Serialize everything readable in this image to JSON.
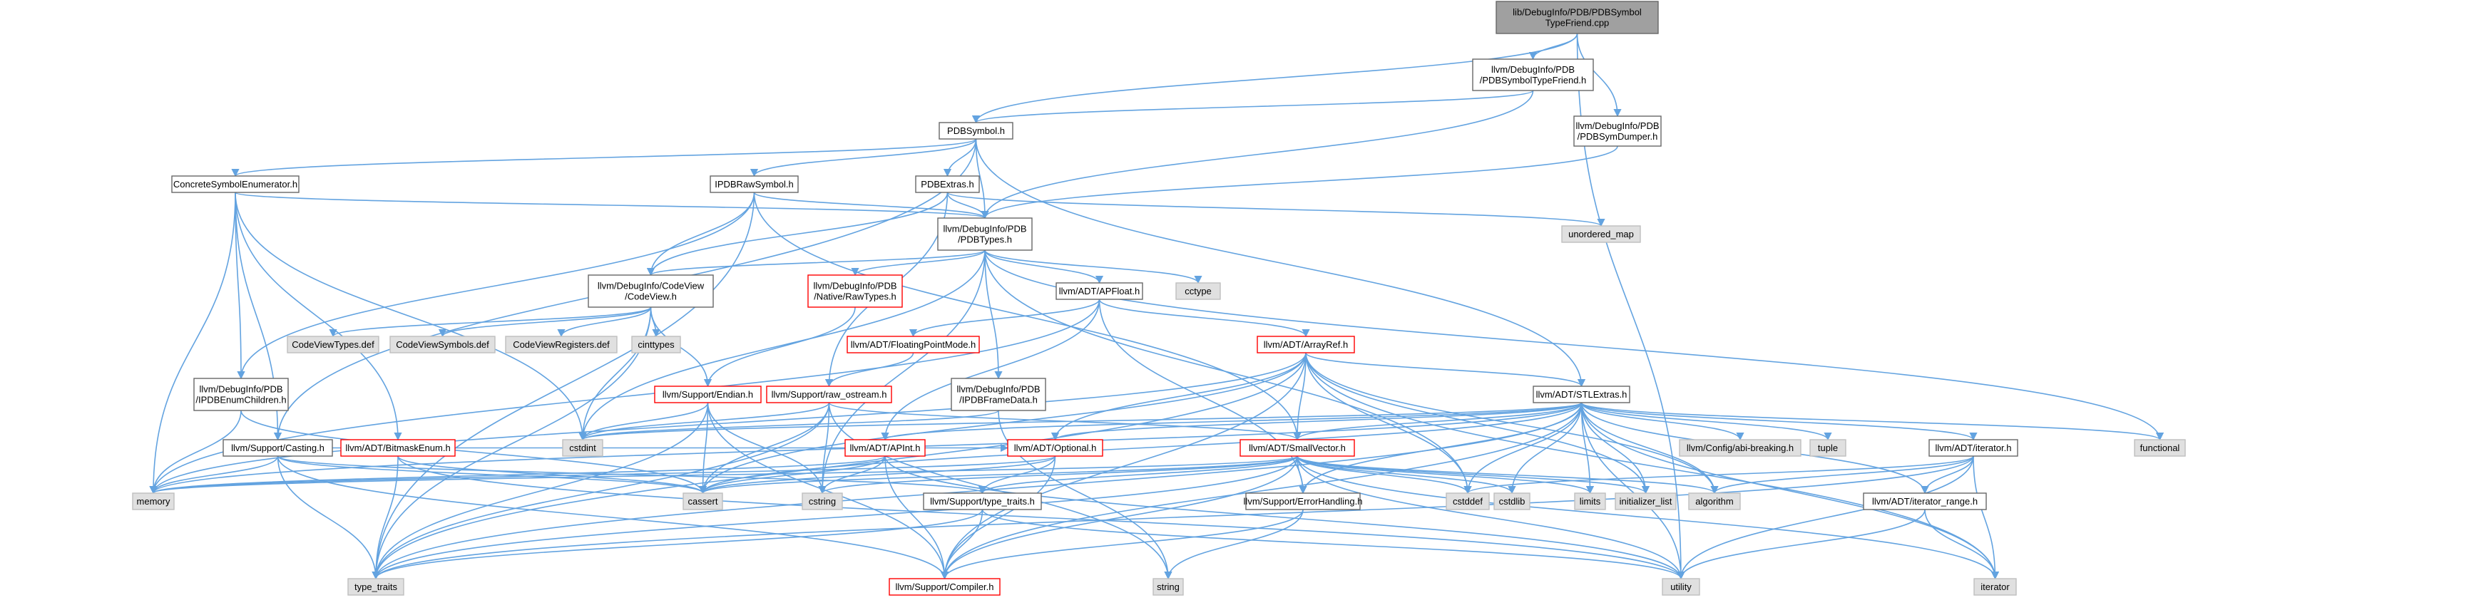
{
  "colors": {
    "edge": "#63a3e0",
    "root_fill": "#a0a0a0",
    "doc_fill": "#ffffff",
    "doc_border": "#666666",
    "incomplete_border": "#ff0000",
    "external_fill": "#e0e0e0",
    "external_border": "#bfbfbf"
  },
  "nodes": [
    {
      "id": "root",
      "lines": [
        "lib/DebugInfo/PDB/PDBSymbol",
        "TypeFriend.cpp"
      ],
      "kind": "root"
    },
    {
      "id": "friendh",
      "lines": [
        "llvm/DebugInfo/PDB",
        "/PDBSymbolTypeFriend.h"
      ],
      "kind": "doc"
    },
    {
      "id": "dumper",
      "lines": [
        "llvm/DebugInfo/PDB",
        "/PDBSymDumper.h"
      ],
      "kind": "doc"
    },
    {
      "id": "pdbsymbol",
      "lines": [
        "PDBSymbol.h"
      ],
      "kind": "doc"
    },
    {
      "id": "cse",
      "lines": [
        "ConcreteSymbolEnumerator.h"
      ],
      "kind": "doc"
    },
    {
      "id": "iraw",
      "lines": [
        "IPDBRawSymbol.h"
      ],
      "kind": "doc"
    },
    {
      "id": "extras",
      "lines": [
        "PDBExtras.h"
      ],
      "kind": "doc"
    },
    {
      "id": "pdbtypes",
      "lines": [
        "llvm/DebugInfo/PDB",
        "/PDBTypes.h"
      ],
      "kind": "doc"
    },
    {
      "id": "unordered",
      "lines": [
        "unordered_map"
      ],
      "kind": "ext"
    },
    {
      "id": "codeview",
      "lines": [
        "llvm/DebugInfo/CodeView",
        "/CodeView.h"
      ],
      "kind": "doc"
    },
    {
      "id": "nativeraw",
      "lines": [
        "llvm/DebugInfo/PDB",
        "/Native/RawTypes.h"
      ],
      "kind": "red"
    },
    {
      "id": "apfloat",
      "lines": [
        "llvm/ADT/APFloat.h"
      ],
      "kind": "doc"
    },
    {
      "id": "cctype",
      "lines": [
        "cctype"
      ],
      "kind": "ext"
    },
    {
      "id": "cvtypes",
      "lines": [
        "CodeViewTypes.def"
      ],
      "kind": "ext"
    },
    {
      "id": "cvsyms",
      "lines": [
        "CodeViewSymbols.def"
      ],
      "kind": "ext"
    },
    {
      "id": "cvregs",
      "lines": [
        "CodeViewRegisters.def"
      ],
      "kind": "ext"
    },
    {
      "id": "cinttypes",
      "lines": [
        "cinttypes"
      ],
      "kind": "ext"
    },
    {
      "id": "fpmode",
      "lines": [
        "llvm/ADT/FloatingPointMode.h"
      ],
      "kind": "red"
    },
    {
      "id": "arrayref",
      "lines": [
        "llvm/ADT/ArrayRef.h"
      ],
      "kind": "red"
    },
    {
      "id": "enumchildren",
      "lines": [
        "llvm/DebugInfo/PDB",
        "/IPDBEnumChildren.h"
      ],
      "kind": "doc"
    },
    {
      "id": "endian",
      "lines": [
        "llvm/Support/Endian.h"
      ],
      "kind": "red"
    },
    {
      "id": "rawostream",
      "lines": [
        "llvm/Support/raw_ostream.h"
      ],
      "kind": "red"
    },
    {
      "id": "framedata",
      "lines": [
        "llvm/DebugInfo/PDB",
        "/IPDBFrameData.h"
      ],
      "kind": "doc"
    },
    {
      "id": "stlextras",
      "lines": [
        "llvm/ADT/STLExtras.h"
      ],
      "kind": "doc"
    },
    {
      "id": "casting",
      "lines": [
        "llvm/Support/Casting.h"
      ],
      "kind": "doc"
    },
    {
      "id": "bitmask",
      "lines": [
        "llvm/ADT/BitmaskEnum.h"
      ],
      "kind": "red"
    },
    {
      "id": "cstdint",
      "lines": [
        "cstdint"
      ],
      "kind": "ext"
    },
    {
      "id": "apint",
      "lines": [
        "llvm/ADT/APInt.h"
      ],
      "kind": "red"
    },
    {
      "id": "optional",
      "lines": [
        "llvm/ADT/Optional.h"
      ],
      "kind": "red"
    },
    {
      "id": "smallvector",
      "lines": [
        "llvm/ADT/SmallVector.h"
      ],
      "kind": "red"
    },
    {
      "id": "abibreak",
      "lines": [
        "llvm/Config/abi-breaking.h"
      ],
      "kind": "ext"
    },
    {
      "id": "tuple",
      "lines": [
        "tuple"
      ],
      "kind": "ext"
    },
    {
      "id": "iterator_h",
      "lines": [
        "llvm/ADT/iterator.h"
      ],
      "kind": "doc"
    },
    {
      "id": "functional",
      "lines": [
        "functional"
      ],
      "kind": "ext"
    },
    {
      "id": "memory",
      "lines": [
        "memory"
      ],
      "kind": "ext"
    },
    {
      "id": "cassert",
      "lines": [
        "cassert"
      ],
      "kind": "ext"
    },
    {
      "id": "cstring",
      "lines": [
        "cstring"
      ],
      "kind": "ext"
    },
    {
      "id": "typetraits_h",
      "lines": [
        "llvm/Support/type_traits.h"
      ],
      "kind": "doc"
    },
    {
      "id": "errorhandling",
      "lines": [
        "llvm/Support/ErrorHandling.h"
      ],
      "kind": "doc"
    },
    {
      "id": "cstddef",
      "lines": [
        "cstddef"
      ],
      "kind": "ext"
    },
    {
      "id": "cstdlib",
      "lines": [
        "cstdlib"
      ],
      "kind": "ext"
    },
    {
      "id": "limits",
      "lines": [
        "limits"
      ],
      "kind": "ext"
    },
    {
      "id": "initlist",
      "lines": [
        "initializer_list"
      ],
      "kind": "ext"
    },
    {
      "id": "algorithm",
      "lines": [
        "algorithm"
      ],
      "kind": "ext"
    },
    {
      "id": "iterrange",
      "lines": [
        "llvm/ADT/iterator_range.h"
      ],
      "kind": "doc"
    },
    {
      "id": "type_traits",
      "lines": [
        "type_traits"
      ],
      "kind": "ext"
    },
    {
      "id": "compiler",
      "lines": [
        "llvm/Support/Compiler.h"
      ],
      "kind": "red"
    },
    {
      "id": "string",
      "lines": [
        "string"
      ],
      "kind": "ext"
    },
    {
      "id": "utility",
      "lines": [
        "utility"
      ],
      "kind": "ext"
    },
    {
      "id": "iterator",
      "lines": [
        "iterator"
      ],
      "kind": "ext"
    }
  ],
  "edges": [
    [
      "root",
      "friendh"
    ],
    [
      "root",
      "dumper"
    ],
    [
      "root",
      "pdbsymbol"
    ],
    [
      "root",
      "utility"
    ],
    [
      "friendh",
      "pdbsymbol"
    ],
    [
      "friendh",
      "pdbtypes"
    ],
    [
      "dumper",
      "pdbtypes"
    ],
    [
      "pdbsymbol",
      "cse"
    ],
    [
      "pdbsymbol",
      "iraw"
    ],
    [
      "pdbsymbol",
      "extras"
    ],
    [
      "pdbsymbol",
      "pdbtypes"
    ],
    [
      "pdbsymbol",
      "stlextras"
    ],
    [
      "pdbsymbol",
      "casting"
    ],
    [
      "cse",
      "pdbtypes"
    ],
    [
      "cse",
      "enumchildren"
    ],
    [
      "cse",
      "casting"
    ],
    [
      "cse",
      "cstdint"
    ],
    [
      "cse",
      "memory"
    ],
    [
      "cse",
      "bitmask"
    ],
    [
      "iraw",
      "pdbtypes"
    ],
    [
      "iraw",
      "codeview"
    ],
    [
      "iraw",
      "enumchildren"
    ],
    [
      "iraw",
      "smallvector"
    ],
    [
      "iraw",
      "type_traits"
    ],
    [
      "extras",
      "pdbtypes"
    ],
    [
      "extras",
      "codeview"
    ],
    [
      "extras",
      "rawostream"
    ],
    [
      "extras",
      "unordered"
    ],
    [
      "pdbtypes",
      "codeview"
    ],
    [
      "pdbtypes",
      "nativeraw"
    ],
    [
      "pdbtypes",
      "apfloat"
    ],
    [
      "pdbtypes",
      "cctype"
    ],
    [
      "pdbtypes",
      "framedata"
    ],
    [
      "pdbtypes",
      "cstdint"
    ],
    [
      "pdbtypes",
      "cstddef"
    ],
    [
      "pdbtypes",
      "cstring"
    ],
    [
      "pdbtypes",
      "functional"
    ],
    [
      "codeview",
      "cvtypes"
    ],
    [
      "codeview",
      "cvsyms"
    ],
    [
      "codeview",
      "cvregs"
    ],
    [
      "codeview",
      "cinttypes"
    ],
    [
      "codeview",
      "endian"
    ],
    [
      "codeview",
      "type_traits"
    ],
    [
      "codeview",
      "cstdint"
    ],
    [
      "nativeraw",
      "endian"
    ],
    [
      "apfloat",
      "fpmode"
    ],
    [
      "apfloat",
      "arrayref"
    ],
    [
      "apfloat",
      "apint"
    ],
    [
      "apfloat",
      "errorhandling"
    ],
    [
      "apfloat",
      "memory"
    ],
    [
      "fpmode",
      "rawostream"
    ],
    [
      "arrayref",
      "stlextras"
    ],
    [
      "arrayref",
      "smallvector"
    ],
    [
      "arrayref",
      "optional"
    ],
    [
      "arrayref",
      "compiler"
    ],
    [
      "arrayref",
      "algorithm"
    ],
    [
      "arrayref",
      "cassert"
    ],
    [
      "arrayref",
      "cstddef"
    ],
    [
      "arrayref",
      "initlist"
    ],
    [
      "arrayref",
      "iterator"
    ],
    [
      "arrayref",
      "memory"
    ],
    [
      "arrayref",
      "type_traits"
    ],
    [
      "enumchildren",
      "cassert"
    ],
    [
      "enumchildren",
      "memory"
    ],
    [
      "endian",
      "compiler"
    ],
    [
      "endian",
      "cstdint"
    ],
    [
      "endian",
      "cstring"
    ],
    [
      "endian",
      "type_traits"
    ],
    [
      "endian",
      "cassert"
    ],
    [
      "rawostream",
      "smallvector"
    ],
    [
      "rawostream",
      "cassert"
    ],
    [
      "rawostream",
      "cstring"
    ],
    [
      "rawostream",
      "string"
    ],
    [
      "rawostream",
      "type_traits"
    ],
    [
      "rawostream",
      "cstdint"
    ],
    [
      "framedata",
      "cstdint"
    ],
    [
      "framedata",
      "string"
    ],
    [
      "stlextras",
      "abibreak"
    ],
    [
      "stlextras",
      "tuple"
    ],
    [
      "stlextras",
      "functional"
    ],
    [
      "stlextras",
      "iterator_h"
    ],
    [
      "stlextras",
      "iterrange"
    ],
    [
      "stlextras",
      "algorithm"
    ],
    [
      "stlextras",
      "initlist"
    ],
    [
      "stlextras",
      "limits"
    ],
    [
      "stlextras",
      "cstdlib"
    ],
    [
      "stlextras",
      "cstddef"
    ],
    [
      "stlextras",
      "cassert"
    ],
    [
      "stlextras",
      "memory"
    ],
    [
      "stlextras",
      "utility"
    ],
    [
      "stlextras",
      "iterator"
    ],
    [
      "stlextras",
      "type_traits"
    ],
    [
      "stlextras",
      "apint"
    ],
    [
      "stlextras",
      "optional"
    ],
    [
      "stlextras",
      "smallvector"
    ],
    [
      "stlextras",
      "errorhandling"
    ],
    [
      "stlextras",
      "cstdint"
    ],
    [
      "stlextras",
      "compiler"
    ],
    [
      "casting",
      "cassert"
    ],
    [
      "casting",
      "memory"
    ],
    [
      "casting",
      "type_traits"
    ],
    [
      "casting",
      "typetraits_h"
    ],
    [
      "casting",
      "compiler"
    ],
    [
      "casting",
      "optional"
    ],
    [
      "bitmask",
      "cassert"
    ],
    [
      "bitmask",
      "type_traits"
    ],
    [
      "bitmask",
      "utility"
    ],
    [
      "apint",
      "cassert"
    ],
    [
      "apint",
      "cstring"
    ],
    [
      "apint",
      "utility"
    ],
    [
      "apint",
      "compiler"
    ],
    [
      "apint",
      "memory"
    ],
    [
      "optional",
      "typetraits_h"
    ],
    [
      "optional",
      "compiler"
    ],
    [
      "optional",
      "cassert"
    ],
    [
      "optional",
      "memory"
    ],
    [
      "optional",
      "new"
    ],
    [
      "smallvector",
      "compiler"
    ],
    [
      "smallvector",
      "typetraits_h"
    ],
    [
      "smallvector",
      "errorhandling"
    ],
    [
      "smallvector",
      "algorithm"
    ],
    [
      "smallvector",
      "cassert"
    ],
    [
      "smallvector",
      "cstddef"
    ],
    [
      "smallvector",
      "cstdlib"
    ],
    [
      "smallvector",
      "cstring"
    ],
    [
      "smallvector",
      "initlist"
    ],
    [
      "smallvector",
      "iterator"
    ],
    [
      "smallvector",
      "limits"
    ],
    [
      "smallvector",
      "memory"
    ],
    [
      "smallvector",
      "type_traits"
    ],
    [
      "smallvector",
      "utility"
    ],
    [
      "iterator_h",
      "iterrange"
    ],
    [
      "iterator_h",
      "cstddef"
    ],
    [
      "iterator_h",
      "iterator"
    ],
    [
      "iterator_h",
      "type_traits"
    ],
    [
      "iterator_h",
      "utility"
    ],
    [
      "iterator_h",
      "algorithm"
    ],
    [
      "iterrange",
      "iterator"
    ],
    [
      "iterrange",
      "utility"
    ],
    [
      "typetraits_h",
      "type_traits"
    ],
    [
      "typetraits_h",
      "utility"
    ],
    [
      "typetraits_h",
      "compiler"
    ],
    [
      "errorhandling",
      "compiler"
    ],
    [
      "errorhandling",
      "string"
    ]
  ]
}
